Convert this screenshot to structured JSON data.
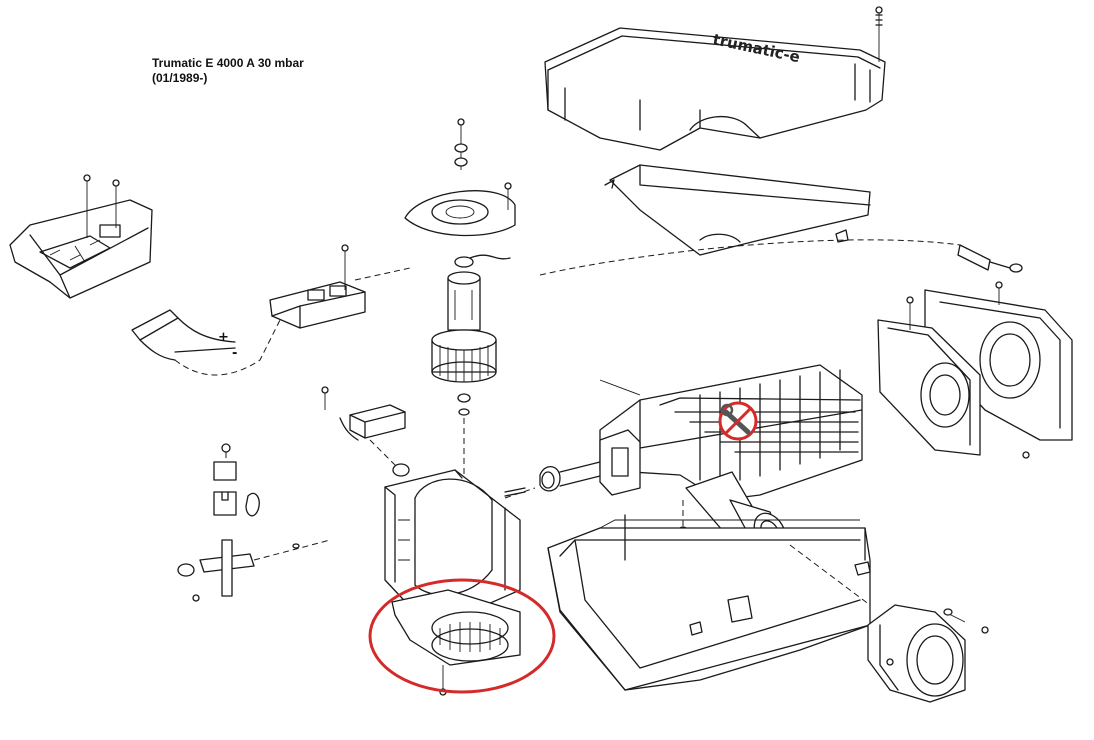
{
  "title": {
    "line1": "Trumatic E 4000 A 30 mbar",
    "line2": "(01/1989-)"
  },
  "labels": {
    "brand": "trumatic-e",
    "plus": "+",
    "minus": "-"
  },
  "colors": {
    "highlight": "#d42a2a",
    "prohibition": "#d42a2a",
    "line": "#1a1a1a"
  },
  "icons": {
    "no_service": "wrench-prohibited-icon"
  }
}
